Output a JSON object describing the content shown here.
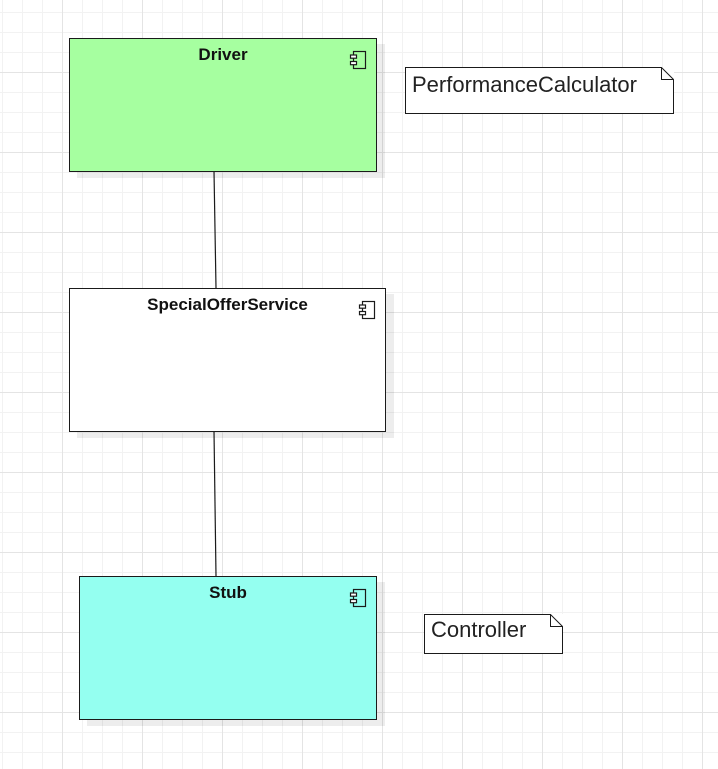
{
  "diagram": {
    "components": [
      {
        "id": "driver",
        "label": "Driver",
        "fill": "#a6ffa0"
      },
      {
        "id": "special",
        "label": "SpecialOfferService",
        "fill": "#ffffff"
      },
      {
        "id": "stub",
        "label": "Stub",
        "fill": "#94fff0"
      }
    ],
    "notes": [
      {
        "id": "perf",
        "label": "PerformanceCalculator"
      },
      {
        "id": "controller",
        "label": "Controller"
      }
    ],
    "connectors": [
      {
        "from": "driver",
        "to": "special"
      },
      {
        "from": "special",
        "to": "stub"
      }
    ],
    "icons": {
      "component": "component-icon"
    }
  }
}
